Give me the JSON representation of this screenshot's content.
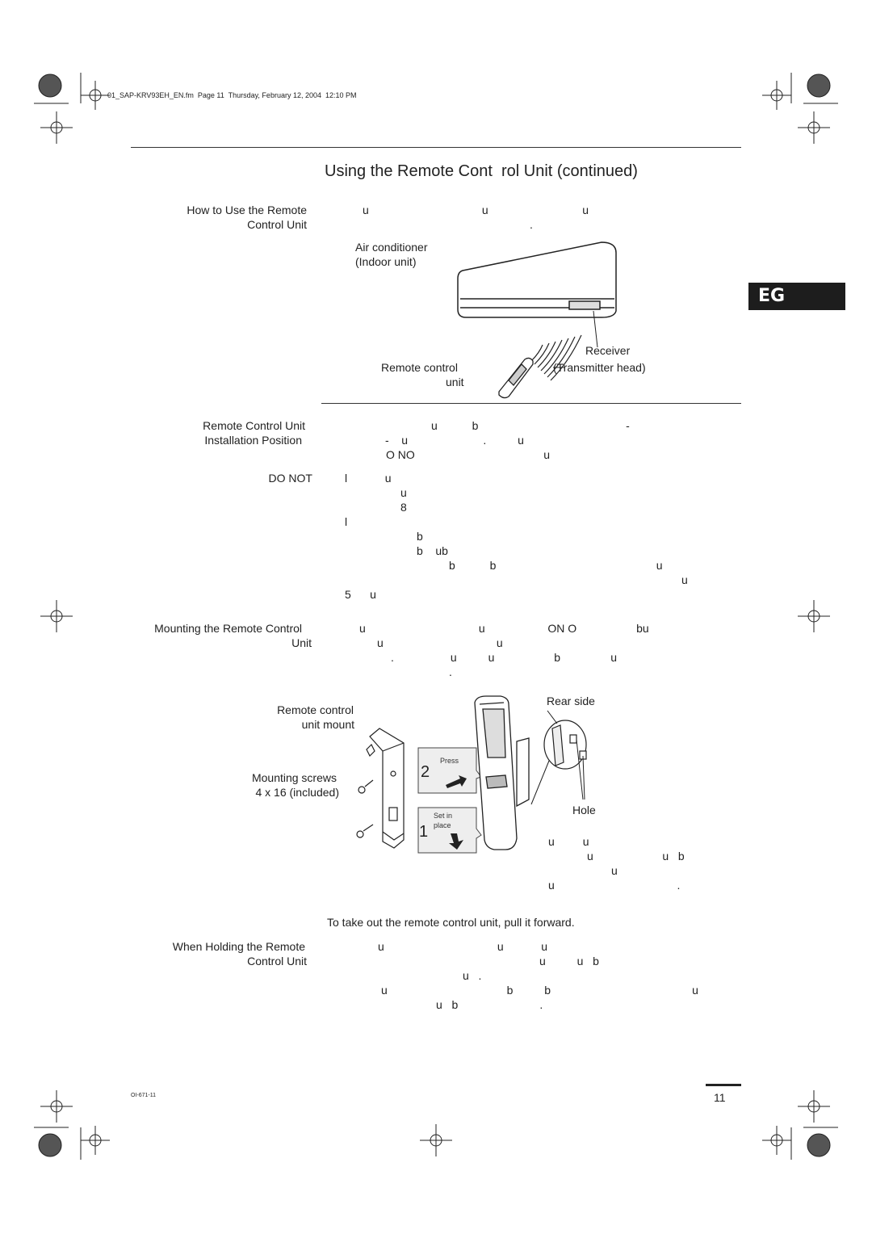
{
  "header": {
    "file_info": "01_SAP-KRV93EH_EN.fm  Page 11  Thursday, February 12, 2004  12:10 PM"
  },
  "page": {
    "title": "Using the Remote Cont  rol Unit (continued)",
    "badge": "EG",
    "page_number": "11",
    "doc_code": "OI-671-11"
  },
  "section_use": {
    "heading_line1": "How to Use the Remote",
    "heading_line2": "Control Unit",
    "body_line1": "u                                    u                              u",
    "body_line2": ".",
    "fig": {
      "air_conditioner": "Air conditioner",
      "indoor_unit": "(Indoor unit)",
      "receiver": "Receiver",
      "transmitter_head": "(Transmitter head)",
      "remote_control": "Remote control",
      "unit": "unit"
    }
  },
  "section_position": {
    "heading_line1": "Remote Control Unit",
    "heading_line2": "Installation Position",
    "body_line1": "u           b                                               -",
    "body_line2": "-    u                        .          u",
    "body_line3": "O NO                                         u",
    "do_not_label": "DO NOT",
    "list": [
      "l            u",
      "u",
      "8",
      "l",
      "b",
      "b    ub",
      "b           b                                                   u",
      "u",
      "5      u"
    ]
  },
  "section_mount": {
    "heading_line1": "Mounting the Remote Control",
    "heading_line2": "Unit",
    "body_line1": "u                                    u                    ON O                   bu",
    "body_line2": "u                                    u",
    "body_line3": ".                  u          u                   b                u",
    "body_line4": ".",
    "fig": {
      "remote_control": "Remote control",
      "unit_mount": "unit mount",
      "mounting_screws": "Mounting screws",
      "screw_size": "4 x 16 (included)",
      "press": "Press",
      "set_in": "Set in",
      "place": "place",
      "step_2": "2",
      "step_1": "1",
      "rear_side": "Rear side",
      "hole": "Hole"
    },
    "note_lines": [
      "u         u",
      "u                      u   b",
      "u",
      "u                                       ."
    ],
    "take_out": "To take out the remote control unit, pull it forward."
  },
  "section_holding": {
    "heading_line1": "When Holding the Remote",
    "heading_line2": "Control Unit",
    "body_line1": "u                                    u            u",
    "body_line2": "u          u   b",
    "body_line3": "u   .",
    "body_line4": "u                                      b          b                                             u",
    "body_line5": "u   b                          ."
  }
}
